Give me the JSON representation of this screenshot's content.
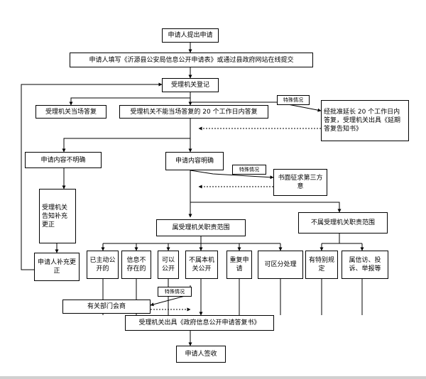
{
  "nodes": {
    "apply": "申请人提出申请",
    "fill_form": "申请人填写《沂源县公安局信息公开申请表》或通过县政府网站在线提交",
    "register": "受理机关登记",
    "reply_on_spot": "受理机关当场答复",
    "reply_20_days": "受理机关不能当场答复的 20 个工作日内答复",
    "extension": "经批准延长 20 个工作日内答复，受理机关出具《延期答复告知书》",
    "content_unclear": "申请内容不明确",
    "content_clear": "申请内容明确",
    "third_party": "书面征求第三方意",
    "notify_supplement": "受理机关告知补充更正",
    "in_scope": "属受理机关职责范围",
    "out_of_scope": "不属受理机关职责范围",
    "already_public": "已主动公开的",
    "info_not_exist": "信息不存在的",
    "can_disclose": "可以公开",
    "not_disclose": "不属本机关公开",
    "repeat_apply": "重复申请",
    "partial_disclose": "可区分处理",
    "special_provision": "有特别规定",
    "petition": "属信访、投诉、举报等",
    "applicant_correct": "申请人补充更正",
    "dept_consult": "有关部门会商",
    "issue_reply": "受理机关出具《政府信息公开申请答复书》",
    "signed": "申请人签收"
  },
  "notes": {
    "special_1": "特殊情况",
    "special_2": "特殊情况",
    "special_3": "特殊情况"
  }
}
